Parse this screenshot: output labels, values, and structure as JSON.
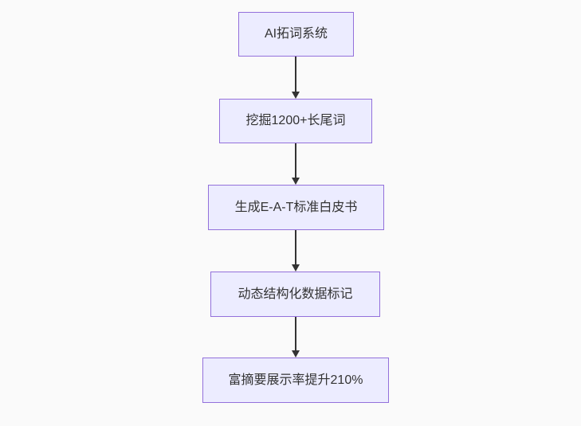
{
  "diagram": {
    "type": "flowchart",
    "direction": "top-to-bottom",
    "nodes": [
      {
        "id": "A",
        "label": "AI拓词系统"
      },
      {
        "id": "B",
        "label": "挖掘1200+长尾词"
      },
      {
        "id": "C",
        "label": "生成E-A-T标准白皮书"
      },
      {
        "id": "D",
        "label": "动态结构化数据标记"
      },
      {
        "id": "E",
        "label": "富摘要展示率提升210%"
      }
    ],
    "edges": [
      {
        "from": "A",
        "to": "B"
      },
      {
        "from": "B",
        "to": "C"
      },
      {
        "from": "C",
        "to": "D"
      },
      {
        "from": "D",
        "to": "E"
      }
    ],
    "colors": {
      "node_fill": "#ECECFF",
      "node_border": "#9370DB",
      "node_text": "#333333",
      "arrow": "#333333",
      "background": "#FAFAFA"
    }
  }
}
